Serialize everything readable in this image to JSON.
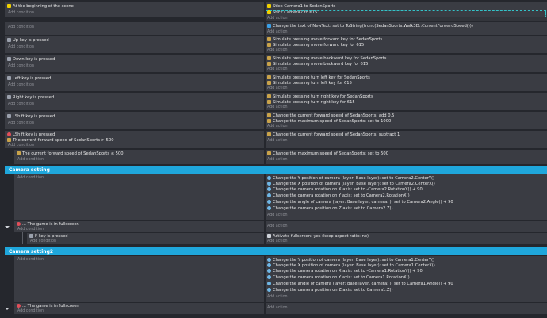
{
  "common": {
    "add_condition": "Add condition",
    "add_action": "Add action"
  },
  "events": [
    {
      "cond": "At the beginning of the scene",
      "actions": [
        "Stick Camera1 to SedanSports",
        "Stick Camera2 to 615"
      ]
    },
    {
      "cond": "",
      "actions": [
        "Change the text of NewText: set to ToString(trunc(SedanSports.Walk3D::CurrentForwardSpeed()))"
      ]
    },
    {
      "cond": "Up key is pressed",
      "actions": [
        "Simulate pressing move forward key for SedanSports",
        "Simulate pressing move forward key for 615"
      ]
    },
    {
      "cond": "Down key is pressed",
      "actions": [
        "Simulate pressing move backward key for SedanSports",
        "Simulate pressing move backward key for 615"
      ]
    },
    {
      "cond": "Left key is pressed",
      "actions": [
        "Simulate pressing turn left key for SedanSports",
        "Simulate pressing turn left key for 615"
      ]
    },
    {
      "cond": "Right key is pressed",
      "actions": [
        "Simulate pressing turn right key for SedanSports",
        "Simulate pressing turn right key for 615"
      ]
    },
    {
      "cond": "LShift key is pressed",
      "actions": [
        "Change the current forward speed of SedanSports: add 0.5",
        "Change the maximum speed of SedanSports: set to 1000"
      ]
    },
    {
      "cond": "LShift key is pressed",
      "cond2": "The current forward speed of SedanSports > 500",
      "actions": [
        "Change the current forward speed of SedanSports: subtract 1"
      ]
    },
    {
      "cond": "The current forward speed of SedanSports ≤ 500",
      "actions": [
        "Change the maximum speed of SedanSports: set to 500"
      ]
    }
  ],
  "groups": [
    {
      "title": "Camera setting",
      "actions": [
        "Change the Y position of camera (layer: Base layer): set to Camera2.CenterY()",
        "Change the X position of camera (layer: Base layer): set to Camera2.CenterX()",
        "Change the camera rotation on X axis: set to -Camera2.RotationY() + 90",
        "Change the camera rotation on Y axis: set to Camera2.RotationX()",
        "Change the angle of camera (layer: Base layer, camera: ): set to Camera2.Angle() + 90",
        "Change the camera position on Z axis: set to Camera2.Z()"
      ],
      "sub1": "... The game is in fullscreen",
      "sub2": "F key is pressed",
      "sub2_action": "Activate fullscreen: yes (keep aspect ratio: no)"
    },
    {
      "title": "Camera setting2",
      "actions": [
        "Change the Y position of camera (layer: Base layer): set to Camera1.CenterY()",
        "Change the X position of camera (layer: Base layer): set to Camera1.CenterX()",
        "Change the camera rotation on X axis: set to -Camera1.RotationY() + 90",
        "Change the camera rotation on Y axis: set to Camera1.RotationX()",
        "Change the angle of camera (layer: Base layer, camera: ): set to Camera1.Angle() + 90",
        "Change the camera position on Z axis: set to Camera1.Z()"
      ],
      "sub1": "... The game is in fullscreen"
    }
  ]
}
